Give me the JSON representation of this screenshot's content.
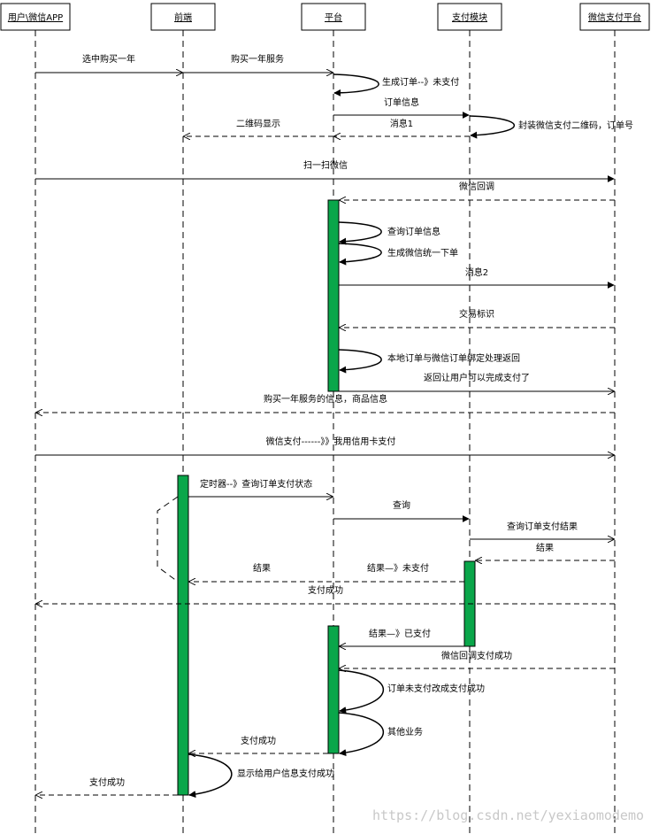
{
  "actors": [
    {
      "id": "user",
      "label": "用户\\微信APP"
    },
    {
      "id": "front",
      "label": "前端"
    },
    {
      "id": "platform",
      "label": "平台"
    },
    {
      "id": "paymod",
      "label": "支付模块"
    },
    {
      "id": "wxpay",
      "label": "微信支付平台"
    }
  ],
  "messages": [
    {
      "id": "m1",
      "from": "user",
      "to": "front",
      "label": "选中购买一年",
      "dashed": false
    },
    {
      "id": "m2",
      "from": "front",
      "to": "platform",
      "label": "购买一年服务",
      "dashed": false
    },
    {
      "id": "m3",
      "from": "platform",
      "to": "platform",
      "label": "生成订单--》未支付",
      "dashed": false
    },
    {
      "id": "m4",
      "from": "platform",
      "to": "paymod",
      "label": "订单信息",
      "dashed": false
    },
    {
      "id": "m5",
      "from": "paymod",
      "to": "paymod",
      "label": "封装微信支付二维码，订单号",
      "dashed": false
    },
    {
      "id": "m6",
      "from": "paymod",
      "to": "platform",
      "label": "消息1",
      "dashed": true
    },
    {
      "id": "m7",
      "from": "platform",
      "to": "front",
      "label": "二维码显示",
      "dashed": true
    },
    {
      "id": "m8",
      "from": "user",
      "to": "wxpay",
      "label": "扫一扫微信",
      "dashed": false
    },
    {
      "id": "m9",
      "from": "wxpay",
      "to": "platform",
      "label": "微信回调",
      "dashed": true
    },
    {
      "id": "m10",
      "from": "platform",
      "to": "platform",
      "label": "查询订单信息",
      "dashed": false
    },
    {
      "id": "m11",
      "from": "platform",
      "to": "platform",
      "label": "生成微信统一下单",
      "dashed": false
    },
    {
      "id": "m12",
      "from": "platform",
      "to": "wxpay",
      "label": "消息2",
      "dashed": false
    },
    {
      "id": "m13",
      "from": "wxpay",
      "to": "platform",
      "label": "交易标识",
      "dashed": true
    },
    {
      "id": "m14",
      "from": "platform",
      "to": "platform",
      "label": "本地订单与微信订单绑定处理返回",
      "dashed": false
    },
    {
      "id": "m15",
      "from": "platform",
      "to": "wxpay",
      "label": "返回让用户可以完成支付了",
      "dashed": false
    },
    {
      "id": "m16",
      "from": "wxpay",
      "to": "user",
      "label": "购买一年服务的信息，商品信息",
      "dashed": true
    },
    {
      "id": "m17",
      "from": "user",
      "to": "wxpay",
      "label": "微信支付------》》我用信用卡支付",
      "dashed": false
    },
    {
      "id": "m18",
      "from": "front",
      "to": "platform",
      "label": "定时器--》查询订单支付状态",
      "dashed": false
    },
    {
      "id": "m19",
      "from": "platform",
      "to": "paymod",
      "label": "查询",
      "dashed": false
    },
    {
      "id": "m20",
      "from": "paymod",
      "to": "wxpay",
      "label": "查询订单支付结果",
      "dashed": false
    },
    {
      "id": "m21",
      "from": "wxpay",
      "to": "paymod",
      "label": "结果",
      "dashed": true
    },
    {
      "id": "m22",
      "from": "paymod",
      "to": "front",
      "label": "结果",
      "dashed": true
    },
    {
      "id": "m22b",
      "from": "paymod",
      "to": "front",
      "label": "结果—》未支付",
      "dashed": true
    },
    {
      "id": "m23",
      "from": "wxpay",
      "to": "user",
      "label": "支付成功",
      "dashed": true
    },
    {
      "id": "m24",
      "from": "paymod",
      "to": "platform",
      "label": "结果—》已支付",
      "dashed": false
    },
    {
      "id": "m25",
      "from": "wxpay",
      "to": "platform",
      "label": "微信回调支付成功",
      "dashed": true
    },
    {
      "id": "m26",
      "from": "platform",
      "to": "platform",
      "label": "订单未支付改成支付成功",
      "dashed": false
    },
    {
      "id": "m27",
      "from": "platform",
      "to": "platform",
      "label": "其他业务",
      "dashed": false
    },
    {
      "id": "m28",
      "from": "platform",
      "to": "front",
      "label": "支付成功",
      "dashed": true
    },
    {
      "id": "m29",
      "from": "front",
      "to": "front",
      "label": "显示给用户信息支付成功",
      "dashed": false
    },
    {
      "id": "m30",
      "from": "front",
      "to": "user",
      "label": "支付成功",
      "dashed": true
    }
  ],
  "colors": {
    "activation": "#0aa64a",
    "line": "#000000",
    "watermark": "#c8c8c8"
  },
  "watermark": "https://blog.csdn.net/yexiaomodemo"
}
